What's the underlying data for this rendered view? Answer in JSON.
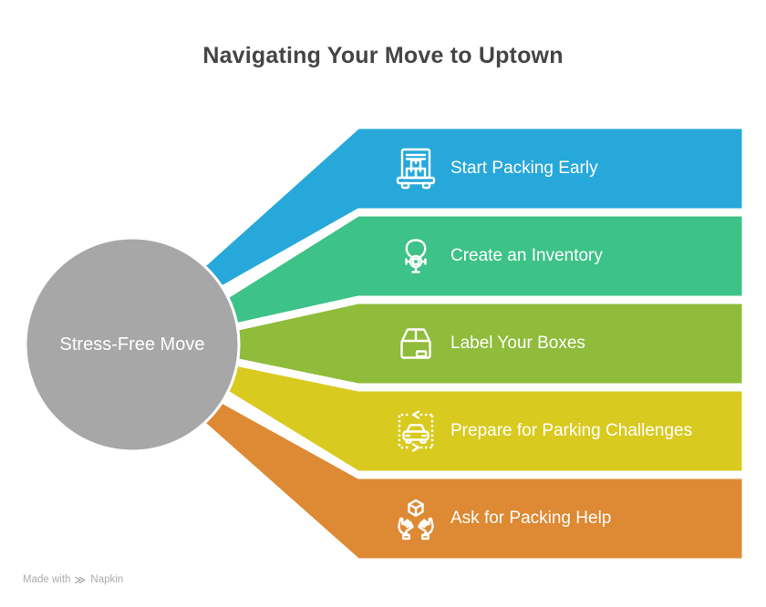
{
  "title": "Navigating Your Move to Uptown",
  "center": {
    "label": "Stress-Free Move",
    "color": "#A7A7A7",
    "text_color": "#FFFFFF"
  },
  "items": [
    {
      "label": "Start Packing Early",
      "color": "#27A8DA",
      "icon": "moving-truck-icon"
    },
    {
      "label": "Create an Inventory",
      "color": "#3DC287",
      "icon": "inventory-balloon-icon"
    },
    {
      "label": "Label Your Boxes",
      "color": "#8FBC3B",
      "icon": "package-box-icon"
    },
    {
      "label": "Prepare for Parking Challenges",
      "color": "#D9CA20",
      "icon": "parking-car-icon"
    },
    {
      "label": "Ask for Packing Help",
      "color": "#DE8933",
      "icon": "hands-holding-box-icon"
    }
  ],
  "footer": {
    "made_with": "Made with",
    "brand": "Napkin"
  },
  "title_color": "#454545",
  "label_text_color": "#FFFFFF"
}
